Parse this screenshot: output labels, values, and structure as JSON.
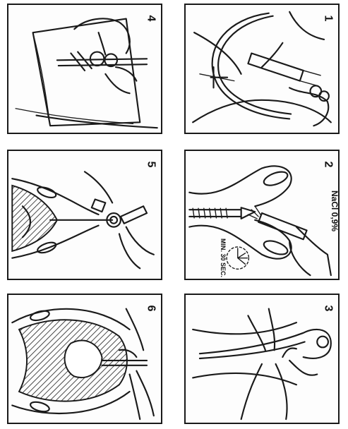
{
  "panels": [
    {
      "step": "1"
    },
    {
      "step": "2",
      "caption_solution": "NaCl 0,9%",
      "caption_time": "MIN. 30 SEC."
    },
    {
      "step": "3"
    },
    {
      "step": "4"
    },
    {
      "step": "5"
    },
    {
      "step": "6"
    }
  ],
  "colors": {
    "ink": "#1a1a1a",
    "paper": "#ffffff"
  }
}
